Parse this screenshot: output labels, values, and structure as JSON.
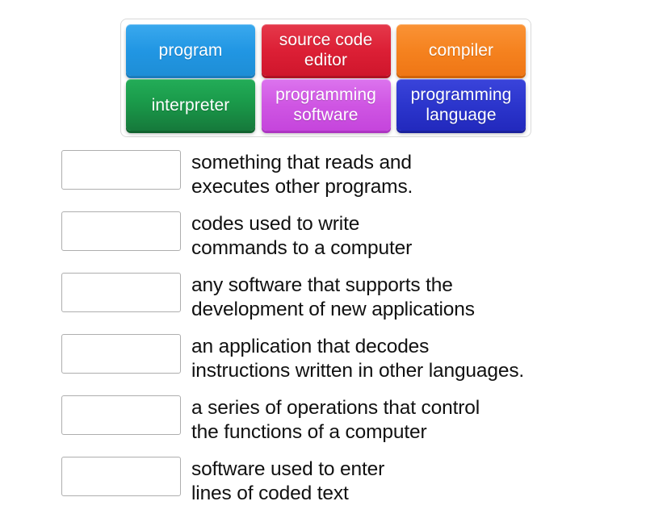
{
  "activity": {
    "type": "match-up",
    "tile_bank": {
      "rows": [
        [
          {
            "label": "program",
            "color": "#2196e3",
            "name": "tile-program"
          },
          {
            "label": "source\ncode editor",
            "color": "#dc1f35",
            "name": "tile-source-code-editor"
          },
          {
            "label": "compiler",
            "color": "#f5821f",
            "name": "tile-compiler"
          }
        ],
        [
          {
            "label": "interpreter",
            "color": "#1a9a4a",
            "name": "tile-interpreter"
          },
          {
            "label": "programming\nsoftware",
            "color": "#cf56e3",
            "name": "tile-programming-software"
          },
          {
            "label": "programming\nlanguage",
            "color": "#2b35cc",
            "name": "tile-programming-language"
          }
        ]
      ]
    },
    "definitions": [
      {
        "text": "something that reads and\nexecutes other programs.",
        "answer": ""
      },
      {
        "text": "codes used to write\ncommands to a computer",
        "answer": ""
      },
      {
        "text": "any software that supports the\ndevelopment of new applications",
        "answer": ""
      },
      {
        "text": "an application that decodes\ninstructions written in other languages.",
        "answer": ""
      },
      {
        "text": "a series of operations that control\nthe functions of a computer",
        "answer": ""
      },
      {
        "text": "software used to enter\nlines of coded text",
        "answer": ""
      }
    ]
  }
}
